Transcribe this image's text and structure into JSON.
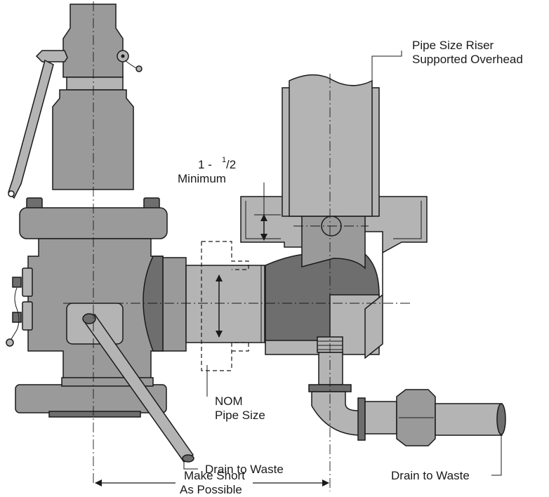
{
  "labels": {
    "pipe_size_riser_line1": "Pipe Size Riser",
    "pipe_size_riser_line2": "Supported Overhead",
    "minimum_fraction_whole": "1 - ",
    "minimum_fraction_num": "1",
    "minimum_fraction_den": "/2",
    "minimum_word": "Minimum",
    "nom_line1": "NOM",
    "nom_line2": "Pipe Size",
    "drain_to_waste_left": "Drain to Waste",
    "drain_to_waste_right": "Drain to Waste",
    "make_short_line1": "Make Short",
    "make_short_line2": "As Possible"
  }
}
